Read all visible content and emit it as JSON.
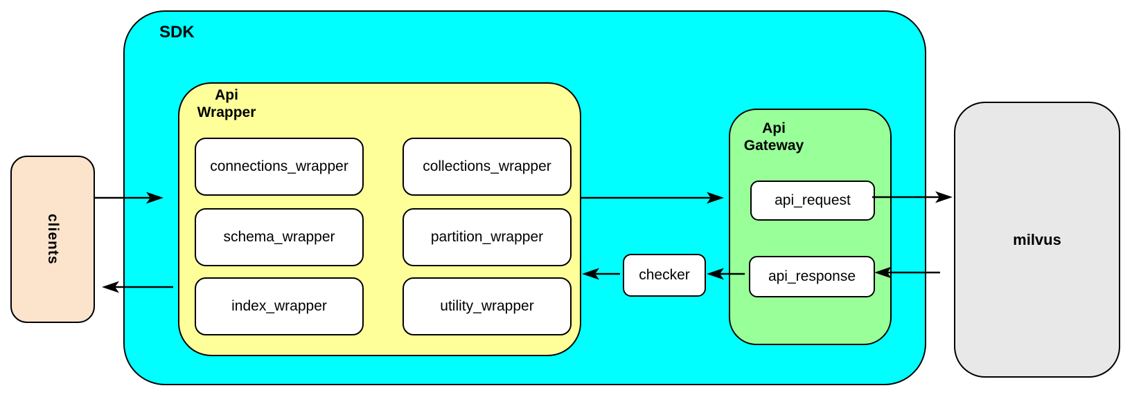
{
  "nodes": {
    "clients": {
      "label": "clients"
    },
    "sdk": {
      "label": "SDK"
    },
    "api_wrapper": {
      "label_line1": "Api",
      "label_line2": "Wrapper",
      "modules": [
        "connections_wrapper",
        "collections_wrapper",
        "schema_wrapper",
        "partition_wrapper",
        "index_wrapper",
        "utility_wrapper"
      ]
    },
    "checker": {
      "label": "checker"
    },
    "api_gateway": {
      "label_line1": "Api",
      "label_line2": "Gateway",
      "request_label": "api_request",
      "response_label": "api_response"
    },
    "milvus": {
      "label": "milvus"
    }
  },
  "edges": [
    {
      "from": "clients",
      "to": "sdk",
      "direction": "right"
    },
    {
      "from": "api_wrapper",
      "to": "api_gateway",
      "direction": "right"
    },
    {
      "from": "api_request",
      "to": "milvus",
      "direction": "right"
    },
    {
      "from": "milvus",
      "to": "api_response",
      "direction": "left"
    },
    {
      "from": "api_response",
      "to": "checker",
      "direction": "left"
    },
    {
      "from": "checker",
      "to": "api_wrapper",
      "direction": "left"
    },
    {
      "from": "sdk",
      "to": "clients",
      "direction": "left"
    }
  ],
  "colors": {
    "sdk_fill": "#00FFFF",
    "api_wrapper_fill": "#FFFF99",
    "api_gateway_fill": "#99FF99",
    "clients_fill": "#FBE3CC",
    "milvus_fill": "#E8E8E8",
    "node_fill": "#FFFFFF",
    "line": "#000000"
  }
}
